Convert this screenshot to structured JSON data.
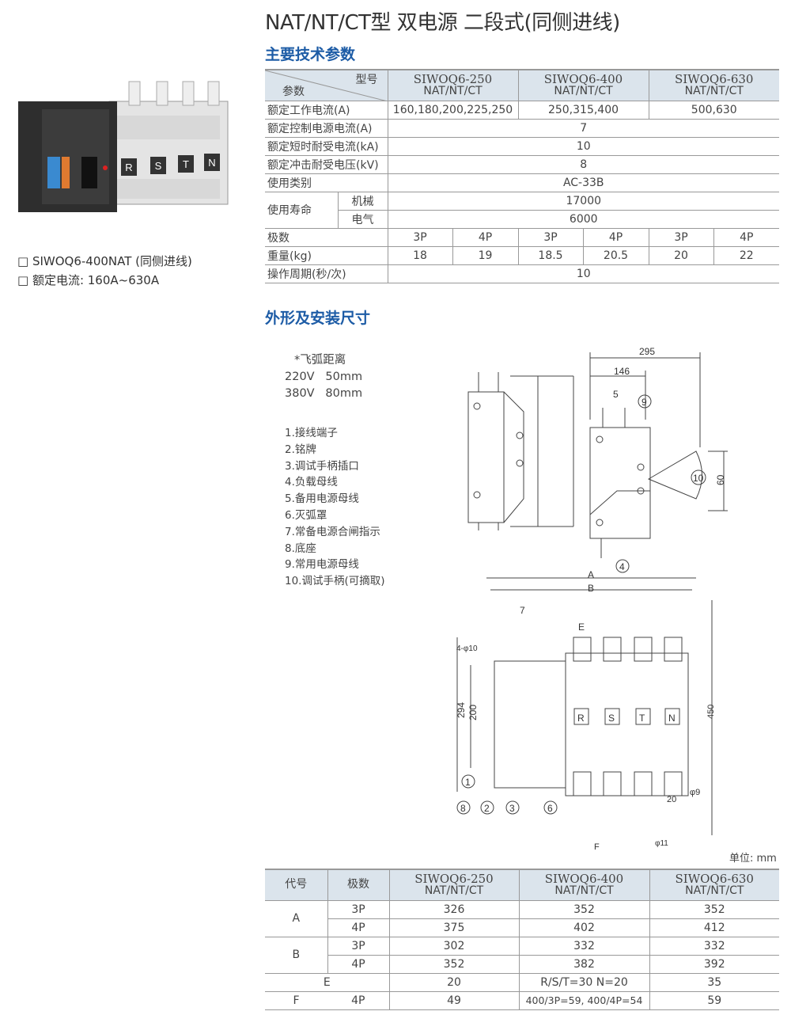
{
  "title": "NAT/NT/CT型 双电源 二段式(同侧进线)",
  "sections": {
    "specs": "主要技术参数",
    "dims": "外形及安装尺寸"
  },
  "product": {
    "caption1": "□ SIWOQ6-400NAT (同侧进线)",
    "caption2": "□ 额定电流: 160A~630A",
    "phases": [
      "R",
      "S",
      "T",
      "N"
    ]
  },
  "spec_table": {
    "corner_model": "型号",
    "corner_param": "参数",
    "models": [
      {
        "name": "SIWOQ6-250",
        "series": "NAT/NT/CT"
      },
      {
        "name": "SIWOQ6-400",
        "series": "NAT/NT/CT"
      },
      {
        "name": "SIWOQ6-630",
        "series": "NAT/NT/CT"
      }
    ],
    "rated_current": {
      "label": "额定工作电流(A)",
      "values": [
        "160,180,200,225,250",
        "250,315,400",
        "500,630"
      ]
    },
    "control_current": {
      "label": "额定控制电源电流(A)",
      "value": "7"
    },
    "short_time": {
      "label": "额定短时耐受电流(kA)",
      "value": "10"
    },
    "impulse": {
      "label": "额定冲击耐受电压(kV)",
      "value": "8"
    },
    "category": {
      "label": "使用类别",
      "value": "AC-33B"
    },
    "life": {
      "label": "使用寿命",
      "mech_label": "机械",
      "mech": "17000",
      "elec_label": "电气",
      "elec": "6000"
    },
    "poles": {
      "label": "极数",
      "values": [
        "3P",
        "4P",
        "3P",
        "4P",
        "3P",
        "4P"
      ]
    },
    "weight": {
      "label": "重量(kg)",
      "values": [
        "18",
        "19",
        "18.5",
        "20.5",
        "20",
        "22"
      ]
    },
    "cycle": {
      "label": "操作周期(秒/次)",
      "value": "10"
    }
  },
  "arc_distance": {
    "title": "*飞弧距离",
    "rows": [
      "220V   50mm",
      "380V   80mm"
    ]
  },
  "legend": [
    "1.接线端子",
    "2.铭牌",
    "3.调试手柄插口",
    "4.负载母线",
    "5.备用电源母线",
    "6.灭弧罩",
    "7.常备电源合闸指示",
    "8.底座",
    "9.常用电源母线",
    "10.调试手柄(可摘取)"
  ],
  "drawing_labels": {
    "d295": "295",
    "d146": "146",
    "n5": "5",
    "n9": "9",
    "n10": "10",
    "d60": "60",
    "n4": "4",
    "A": "A",
    "B": "B",
    "n7": "7",
    "E": "E",
    "holes": "4-φ10",
    "d294": "294",
    "d200": "200",
    "d450": "450",
    "n1": "1",
    "n8": "8",
    "n2": "2",
    "n3": "3",
    "n6": "6",
    "phi9": "φ9",
    "d20": "20",
    "phi11": "φ11",
    "F": "F"
  },
  "unit": "单位: mm",
  "dim_table": {
    "h_code": "代号",
    "h_poles": "极数",
    "models": [
      {
        "name": "SIWOQ6-250",
        "series": "NAT/NT/CT"
      },
      {
        "name": "SIWOQ6-400",
        "series": "NAT/NT/CT"
      },
      {
        "name": "SIWOQ6-630",
        "series": "NAT/NT/CT"
      }
    ],
    "A": {
      "code": "A",
      "p3": "3P",
      "p4": "4P",
      "v3": [
        "326",
        "352",
        "352"
      ],
      "v4": [
        "375",
        "402",
        "412"
      ]
    },
    "B": {
      "code": "B",
      "p3": "3P",
      "p4": "4P",
      "v3": [
        "302",
        "332",
        "332"
      ],
      "v4": [
        "352",
        "382",
        "392"
      ]
    },
    "E": {
      "code": "E",
      "values": [
        "20",
        "R/S/T=30 N=20",
        "35"
      ]
    },
    "F": {
      "code": "F",
      "poles": "4P",
      "values": [
        "49",
        "400/3P=59, 400/4P=54",
        "59"
      ]
    }
  }
}
